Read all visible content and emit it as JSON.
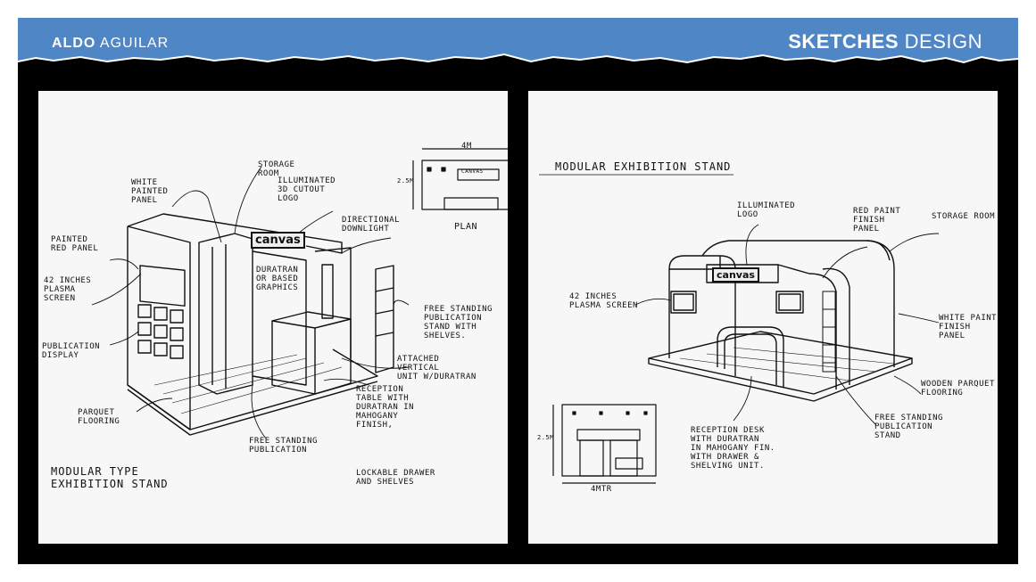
{
  "header": {
    "brand_first": "ALDO",
    "brand_last": "AGUILAR",
    "title_bold": "SKETCHES",
    "title_light": "DESIGN",
    "banner_color": "#4f86c6"
  },
  "left_sketch": {
    "title": "MODULAR TYPE\nEXHIBITION STAND",
    "logo": "canvas",
    "plan": {
      "dimension": "4M",
      "depth": "2.5M",
      "label": "PLAN",
      "logo": "canvas"
    },
    "labels": {
      "white_panel": "WHITE\nPAINTED\nPANEL",
      "storage": "STORAGE\nROOM",
      "logo": "ILLUMINATED\n3D CUTOUT\nLOGO",
      "downlight": "DIRECTIONAL\nDOWNLIGHT",
      "red_panel": "PAINTED\nRED PANEL",
      "plasma": "42 INCHES\nPLASMA\nSCREEN",
      "duratran": "DURATRAN\nOR BASED\nGRAPHICS",
      "publication_stand": "FREE STANDING\nPUBLICATION\nSTAND WITH\nSHELVES.",
      "publication_display": "PUBLICATION\nDISPLAY",
      "vertical_unit": "ATTACHED\nVERTICAL\nUNIT W/DURATRAN",
      "parquet": "PARQUET\nFLOORING",
      "reception": "RECEPTION\nTABLE WITH\nDURATRAN IN\nMAHOGANY\nFINISH,",
      "drawer": "LOCKABLE DRAWER\nAND SHELVES",
      "free_publication": "FREE STANDING\nPUBLICATION"
    }
  },
  "right_sketch": {
    "title": "MODULAR EXHIBITION STAND",
    "logo": "canvas",
    "plan": {
      "dimension": "4MTR",
      "depth": "2.5M"
    },
    "labels": {
      "logo": "ILLUMINATED\nLOGO",
      "red_paint": "RED PAINT\nFINISH\nPANEL",
      "storage": "STORAGE ROOM",
      "plasma": "42 INCHES\nPLASMA SCREEN",
      "white_paint": "WHITE PAINT\nFINISH PANEL",
      "wooden": "WOODEN PARQUET\nFLOORING",
      "free_stand": "FREE STANDING\nPUBLICATION\nSTAND",
      "reception": "RECEPTION DESK\nWITH DURATRAN\nIN MAHOGANY FIN.\nWITH DRAWER &\nSHELVING UNIT."
    }
  }
}
